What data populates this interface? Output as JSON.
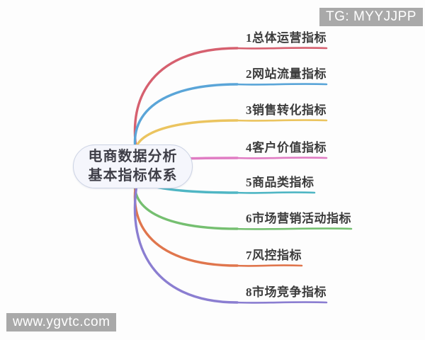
{
  "central_node": {
    "lines": [
      "电商数据分析",
      "基本指标体系"
    ]
  },
  "branches": [
    {
      "label": "1总体运营指标",
      "color": "#d6606f"
    },
    {
      "label": "2网站流量指标",
      "color": "#5aa5d8"
    },
    {
      "label": "3销售转化指标",
      "color": "#ebc45f"
    },
    {
      "label": "4客户价值指标",
      "color": "#e07cc3"
    },
    {
      "label": "5商品类指标",
      "color": "#4fb6c4"
    },
    {
      "label": "6市场营销活动指标",
      "color": "#75bf70"
    },
    {
      "label": "7风控指标",
      "color": "#e0764d"
    },
    {
      "label": "8市场竞争指标",
      "color": "#8b7ed1"
    }
  ],
  "watermarks": {
    "top": "TG: MYYJJPP",
    "bottom": "www.ygvtc.com"
  },
  "colors": {
    "background": "#fdfdfd",
    "label_text": "#3c3c3c",
    "node_fill": "#f5f6fc",
    "node_border": "#ccd3e4",
    "node_text": "#3f3f48",
    "watermark_bg": "#a9a9a9",
    "watermark_text": "#ffffff"
  }
}
